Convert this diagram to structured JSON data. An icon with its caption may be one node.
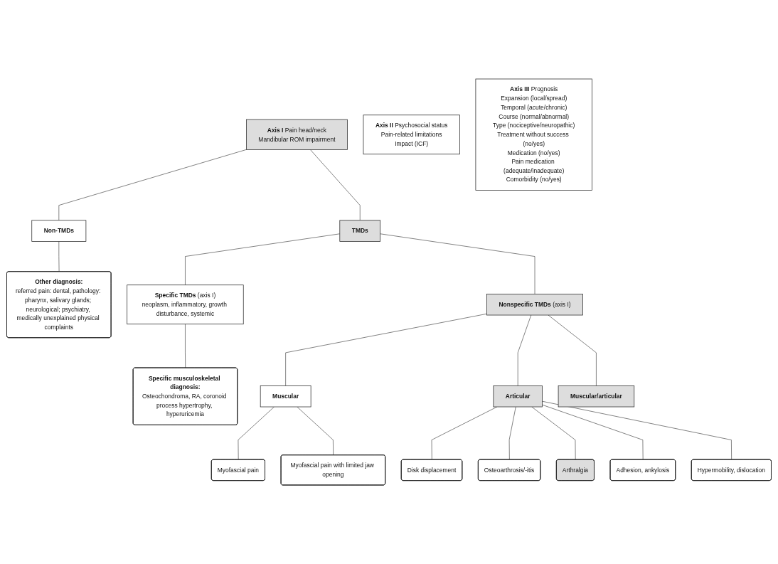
{
  "diagram": {
    "nodes": [
      {
        "text": [
          "**Axis I** Pain head/neck",
          "Mandibular ROM impairment"
        ]
      },
      {
        "text": [
          "**Axis II** Psychosocial status",
          "Pain-related limitations",
          "Impact (ICF)"
        ]
      },
      {
        "text": [
          "Non-TMDs"
        ]
      },
      {
        "text": [
          "TMDs"
        ]
      },
      {
        "text": [
          "Other diagnosis:",
          "referred pain: dental, pathology: pharynx, salivary glands; neurological; psychiatry, medically unexplained physical complaints"
        ]
      },
      {
        "text": [
          "**Specific TMDs** (axis I)",
          "neoplasm, inflammatory, growth disturbance, systemic"
        ]
      },
      {
        "text": [
          "Specific musculoskeletal diagnosis:",
          "Osteochondroma, RA, coronoid process hypertrophy, hyperuricemia"
        ]
      },
      {
        "text": [
          "**Nonspecific TMDs** (axis I)"
        ]
      },
      {
        "text": [
          "Muscular"
        ]
      },
      {
        "text": [
          "Articular"
        ]
      },
      {
        "text": [
          "Muscular/articular"
        ]
      },
      {
        "text": [
          "Myofascial pain"
        ]
      },
      {
        "text": [
          "Myofascial pain with limited jaw opening"
        ]
      },
      {
        "text": [
          "Disk displacement"
        ]
      },
      {
        "text": [
          "Osteoarthrosis/-itis"
        ]
      },
      {
        "text": [
          "Arthralgia"
        ]
      },
      {
        "text": [
          "Adhesion, ankylosis"
        ]
      },
      {
        "text": [
          "Hypermobility, dislocation"
        ]
      },
      {
        "text": [
          "**Axis III** Prognosis",
          "Expansion (local/spread)",
          "Temporal (acute/chronic)",
          "Course (normal/abnormal)",
          "Type (nociceptive/neuropathic)",
          "Treatment without success (no/yes)",
          "Medication (no/yes)",
          "Pain medication (adequate/inadequate)",
          "Comorbidity (no/yes)"
        ]
      }
    ],
    "edges": [
      {
        "from": 0,
        "to": 2,
        "arrow": "none"
      },
      {
        "from": 0,
        "to": 3,
        "arrow": "none"
      },
      {
        "from": 2,
        "to": 4,
        "arrow": "none"
      },
      {
        "from": 3,
        "to": 5,
        "arrow": "none"
      },
      {
        "from": 5,
        "to": 6,
        "arrow": "none"
      },
      {
        "from": 3,
        "to": 7,
        "arrow": "none"
      },
      {
        "from": 7,
        "to": 8,
        "arrow": "none"
      },
      {
        "from": 7,
        "to": 9,
        "arrow": "none"
      },
      {
        "from": 7,
        "to": 10,
        "arrow": "none"
      },
      {
        "from": 8,
        "to": 11,
        "arrow": "none"
      },
      {
        "from": 8,
        "to": 12,
        "arrow": "none"
      },
      {
        "from": 9,
        "to": 13,
        "arrow": "none"
      },
      {
        "from": 9,
        "to": 14,
        "arrow": "none"
      },
      {
        "from": 9,
        "to": 15,
        "arrow": "none"
      },
      {
        "from": 9,
        "to": 16,
        "arrow": "none"
      },
      {
        "from": 9,
        "to": 17,
        "arrow": "none"
      }
    ]
  }
}
